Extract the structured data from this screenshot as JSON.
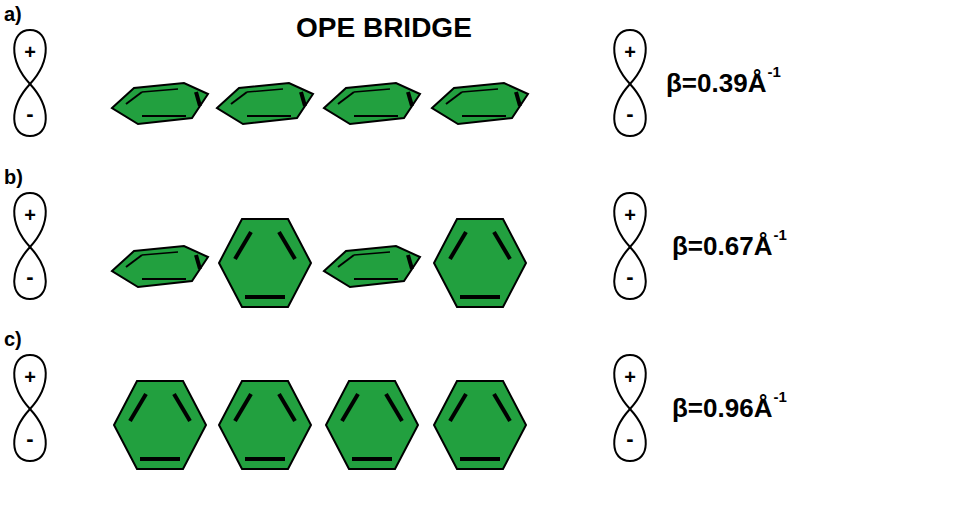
{
  "diagram": {
    "title": "OPE BRIDGE",
    "labels": [
      "a)",
      "+",
      "-",
      "+",
      "-",
      "β=0.39Å",
      "-1",
      "b)",
      "+",
      "-",
      "+",
      "-",
      "β=0.67Å",
      "-1",
      "c)",
      "+",
      "-",
      "+",
      "-",
      "β=0.96Å",
      "-1"
    ]
  }
}
